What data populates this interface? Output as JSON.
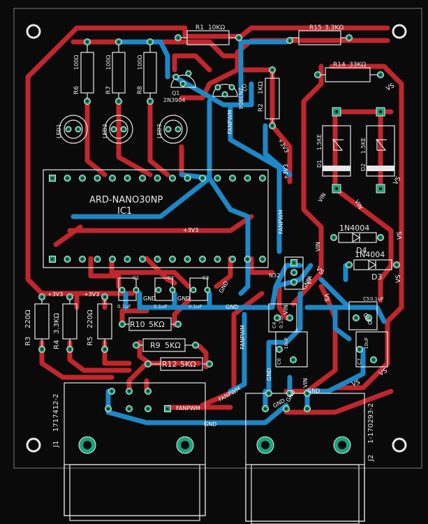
{
  "colors": {
    "background": "#0a0a0a",
    "board_outline": "#b0b0b0",
    "top_copper": "#c0272d",
    "bottom_copper": "#1e88c7",
    "pad": "#1aa37a",
    "silk": "#e8e8e8"
  },
  "ic": {
    "name": "ARD-NANO30NP",
    "ref": "IC1"
  },
  "resistors_top": [
    {
      "ref": "R6",
      "value": "100Ω"
    },
    {
      "ref": "R7",
      "value": "100Ω"
    },
    {
      "ref": "R8",
      "value": "100Ω"
    }
  ],
  "r1": {
    "ref": "R1",
    "value": "10KΩ"
  },
  "r2": {
    "ref": "R2",
    "value": "1KΩ"
  },
  "r15": {
    "ref": "R15",
    "value": "3.3KΩ"
  },
  "r14": {
    "ref": "R14",
    "value": "33KΩ"
  },
  "transistors": [
    {
      "ref": "Q1",
      "part": "2N3904"
    },
    {
      "ref": "Q2",
      "part": "2N3904"
    }
  ],
  "leds": [
    {
      "ref": "LED1",
      "color": "green"
    },
    {
      "ref": "LED2",
      "color": "yellow"
    },
    {
      "ref": "LED3",
      "color": "red"
    }
  ],
  "diodes_tvs": [
    {
      "ref": "D1",
      "part": "1.5KE"
    },
    {
      "ref": "D2",
      "part": "1.5KE"
    }
  ],
  "diodes": [
    {
      "ref": "D4",
      "part": "1N4004"
    },
    {
      "ref": "D3",
      "part": "1N4004"
    }
  ],
  "caps": [
    {
      "ref": "C1",
      "value": "0.1uF"
    },
    {
      "ref": "C2",
      "value": "0.1uF"
    },
    {
      "ref": "C3",
      "value": "0.1uF"
    },
    {
      "ref": "C4",
      "value": "0.1uF"
    },
    {
      "ref": "C5",
      "value": "0.1uF"
    },
    {
      "ref": "C6",
      "value": "10uF"
    },
    {
      "ref": "C7",
      "value": "10uF"
    }
  ],
  "resistors_left": [
    {
      "ref": "R3",
      "value": "220Ω"
    },
    {
      "ref": "R4",
      "value": "3.3KΩ"
    },
    {
      "ref": "R5",
      "value": "220Ω"
    }
  ],
  "resistors_mid": [
    {
      "ref": "R10",
      "value": "5KΩ"
    },
    {
      "ref": "R9",
      "value": "5KΩ"
    },
    {
      "ref": "R12",
      "value": "5KΩ"
    }
  ],
  "connectors": [
    {
      "ref": "J1",
      "part": "1717412-2"
    },
    {
      "ref": "J2",
      "part": "1-170293-2"
    }
  ],
  "net_labels": {
    "p3v3": "+3V3",
    "vs": "VS",
    "vin": "VIN",
    "gnd": "GND",
    "fanpwm": "FANPWM",
    "n32": "N32",
    "m4": "M4"
  }
}
